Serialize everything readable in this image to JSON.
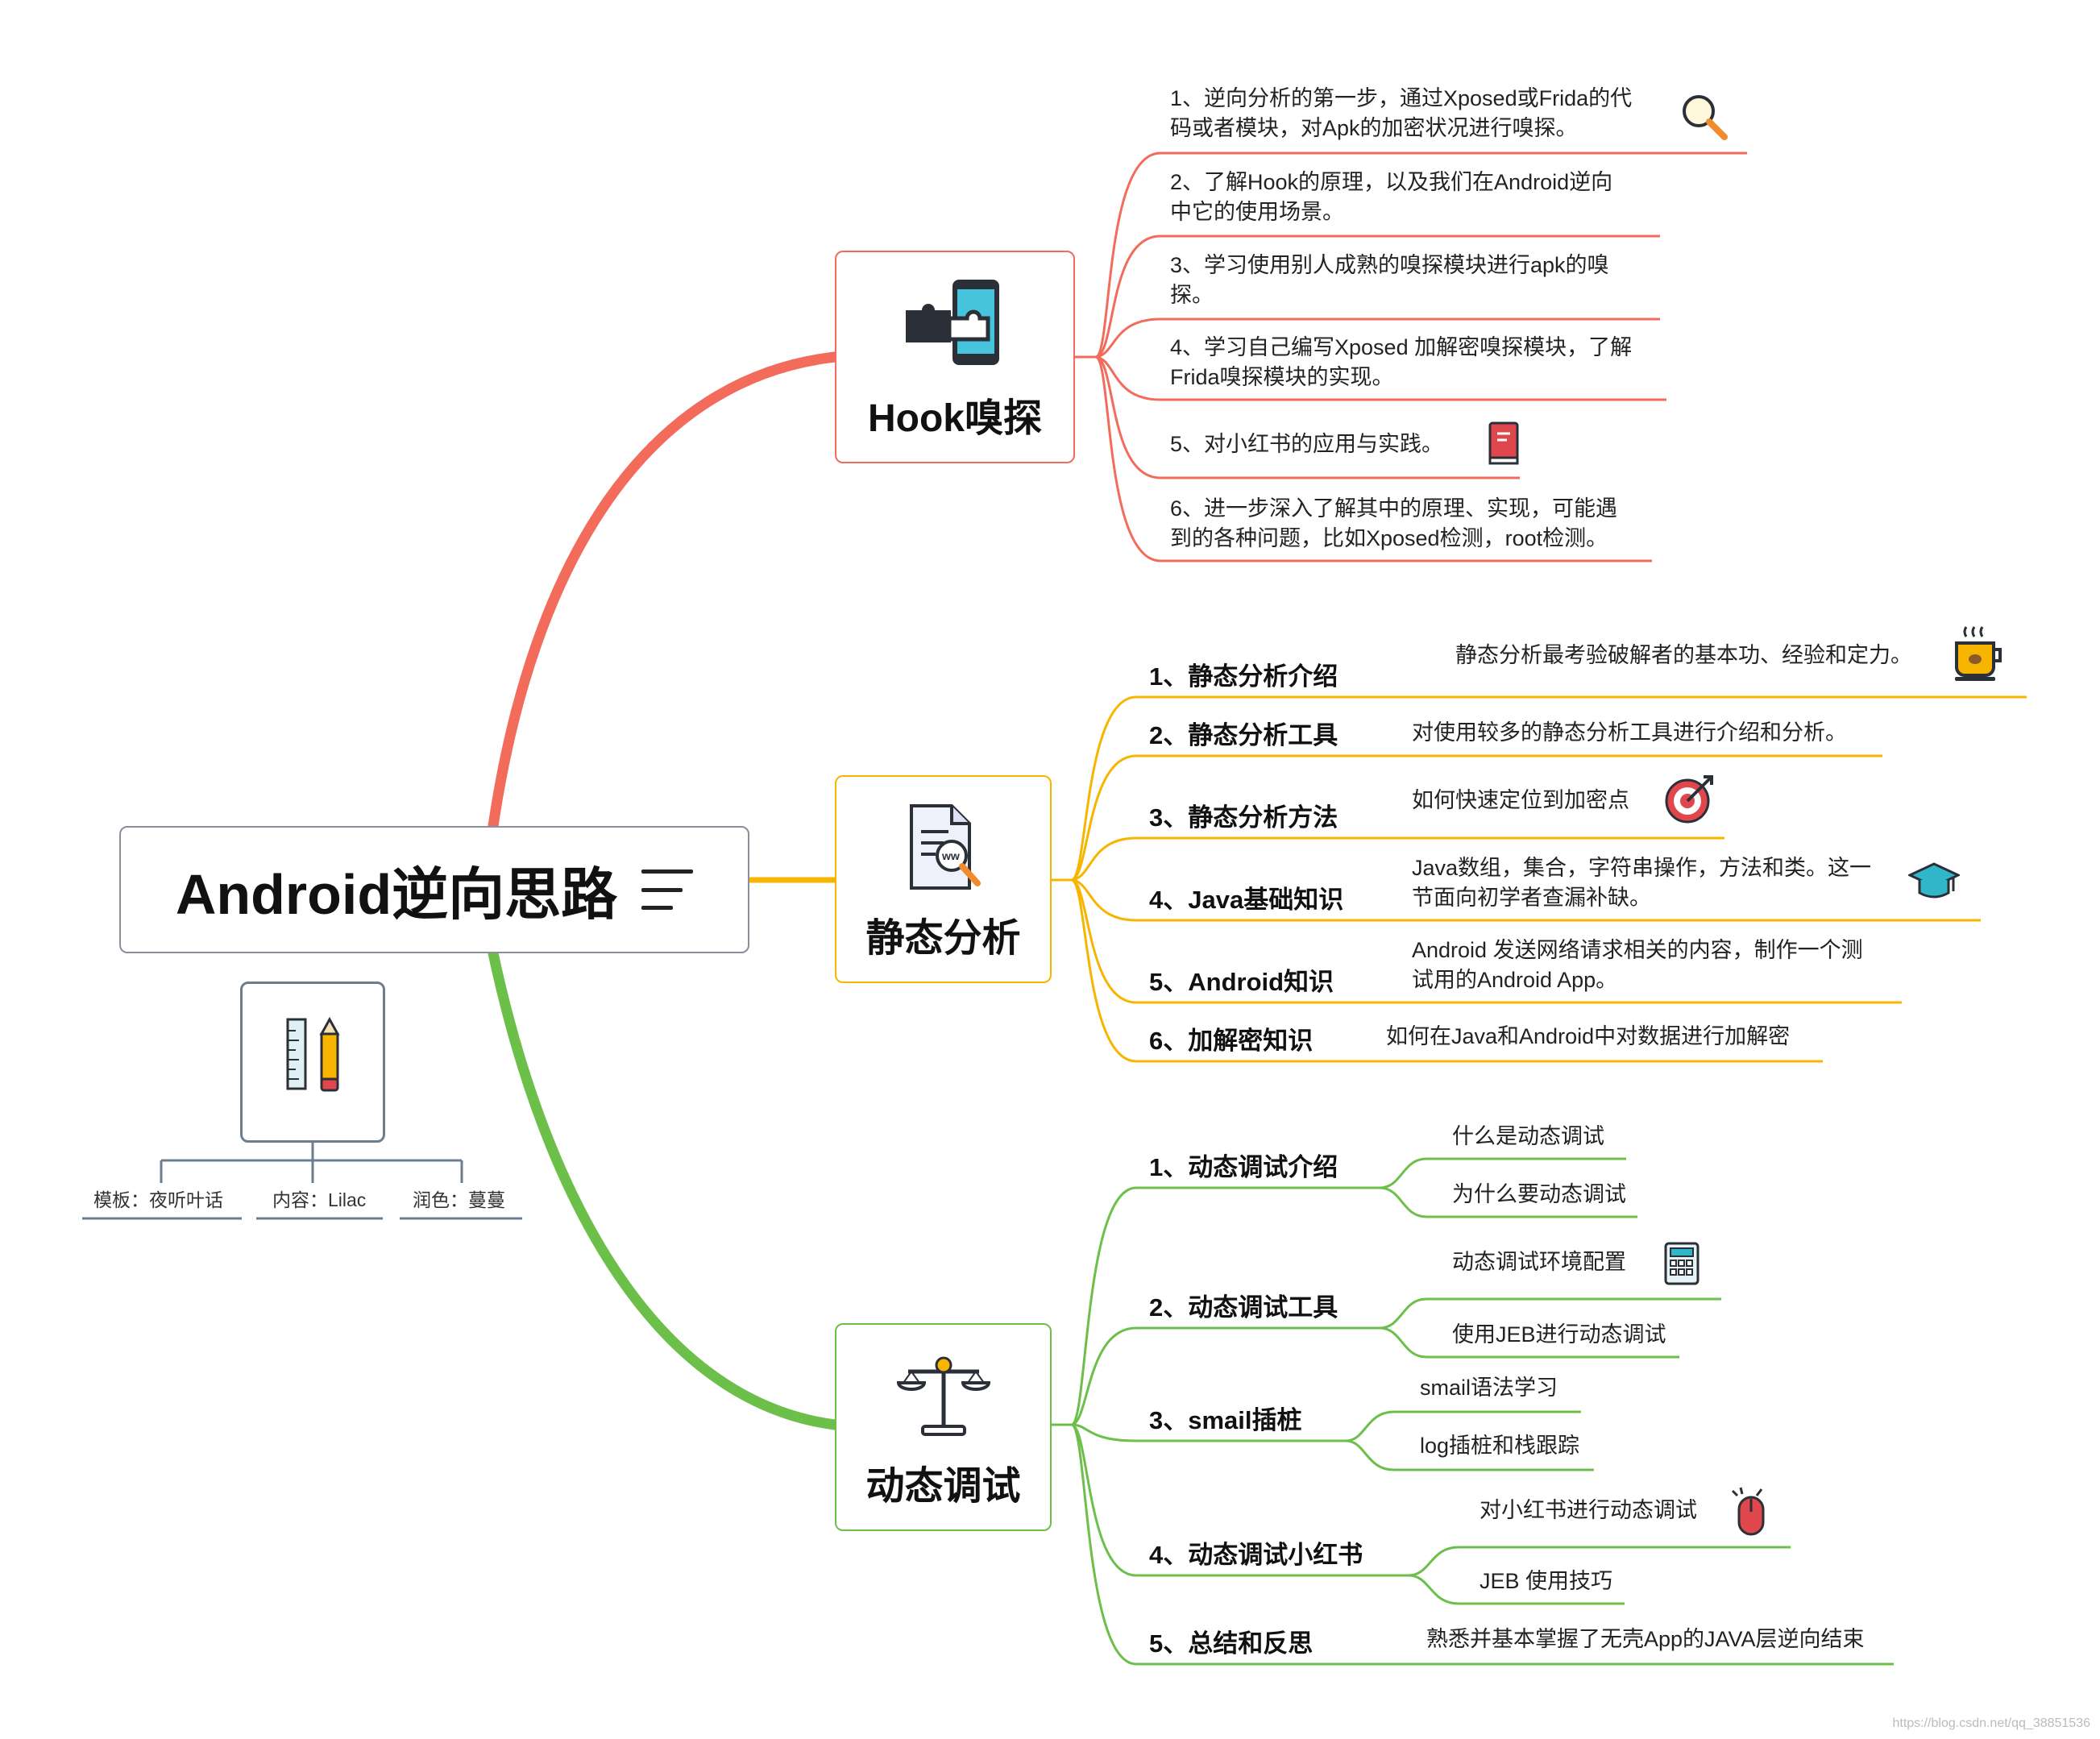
{
  "root": {
    "title": "Android逆向思路",
    "menu_icon": "menu-lines-icon"
  },
  "colors": {
    "hook": "#f26b5b",
    "static": "#f7b500",
    "dynamic": "#6cc04a",
    "root_border": "#8a8f99",
    "credit_line": "#6b7d8f"
  },
  "hook": {
    "title": "Hook嗅探",
    "icon": "puzzle-phone-icon",
    "items": [
      {
        "lines": [
          "1、逆向分析的第一步，通过Xposed或Frida的代",
          "码或者模块，对Apk的加密状况进行嗅探。"
        ],
        "icon": "magnifier-icon"
      },
      {
        "lines": [
          "2、了解Hook的原理，以及我们在Android逆向",
          "中它的使用场景。"
        ]
      },
      {
        "lines": [
          "3、学习使用别人成熟的嗅探模块进行apk的嗅",
          "探。"
        ]
      },
      {
        "lines": [
          "4、学习自己编写Xposed 加解密嗅探模块，了解",
          "Frida嗅探模块的实现。"
        ]
      },
      {
        "lines": [
          "5、对小红书的应用与实践。"
        ],
        "icon": "red-book-icon"
      },
      {
        "lines": [
          "6、进一步深入了解其中的原理、实现，可能遇",
          "到的各种问题，比如Xposed检测，root检测。"
        ]
      }
    ]
  },
  "static": {
    "title": "静态分析",
    "icon": "web-document-search-icon",
    "items": [
      {
        "label": "1、静态分析介绍",
        "desc": [
          "静态分析最考验破解者的基本功、经验和定力。"
        ],
        "icon": "coffee-cup-icon"
      },
      {
        "label": "2、静态分析工具",
        "desc": [
          "对使用较多的静态分析工具进行介绍和分析。"
        ]
      },
      {
        "label": "3、静态分析方法",
        "desc": [
          "如何快速定位到加密点"
        ],
        "icon": "target-icon"
      },
      {
        "label": "4、Java基础知识",
        "desc": [
          "Java数组，集合，字符串操作，方法和类。这一",
          "节面向初学者查漏补缺。"
        ],
        "icon": "graduation-cap-icon"
      },
      {
        "label": "5、Android知识",
        "desc": [
          "Android 发送网络请求相关的内容，制作一个测",
          "试用的Android App。"
        ]
      },
      {
        "label": "6、加解密知识",
        "desc": [
          "如何在Java和Android中对数据进行加解密"
        ]
      }
    ]
  },
  "dynamic": {
    "title": "动态调试",
    "icon": "balance-scale-icon",
    "items": [
      {
        "label": "1、动态调试介绍",
        "children": [
          "什么是动态调试",
          "为什么要动态调试"
        ]
      },
      {
        "label": "2、动态调试工具",
        "children": [
          "动态调试环境配置",
          "使用JEB进行动态调试"
        ],
        "icon": "calculator-icon"
      },
      {
        "label": "3、smail插桩",
        "children": [
          "smail语法学习",
          "log插桩和栈跟踪"
        ]
      },
      {
        "label": "4、动态调试小红书",
        "children": [
          "对小红书进行动态调试",
          "JEB 使用技巧"
        ],
        "icon": "mouse-icon"
      },
      {
        "label": "5、总结和反思",
        "children": [
          "熟悉并基本掌握了无壳App的JAVA层逆向结束"
        ]
      }
    ]
  },
  "credits": {
    "icon": "ruler-pencil-icon",
    "items": [
      "模板：夜听叶话",
      "内容：Lilac",
      "润色：蔓蔓"
    ]
  },
  "watermark": "https://blog.csdn.net/qq_38851536"
}
